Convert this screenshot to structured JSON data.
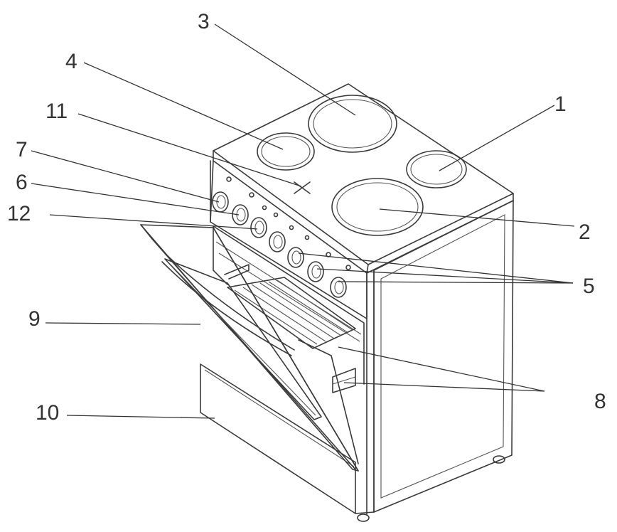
{
  "labels": {
    "l1": "1",
    "l2": "2",
    "l3": "3",
    "l4": "4",
    "l5": "5",
    "l6": "6",
    "l7": "7",
    "l8": "8",
    "l9": "9",
    "l10": "10",
    "l11": "11",
    "l12": "12"
  },
  "colors": {
    "line": "#3a3a3a",
    "background": "#ffffff"
  }
}
